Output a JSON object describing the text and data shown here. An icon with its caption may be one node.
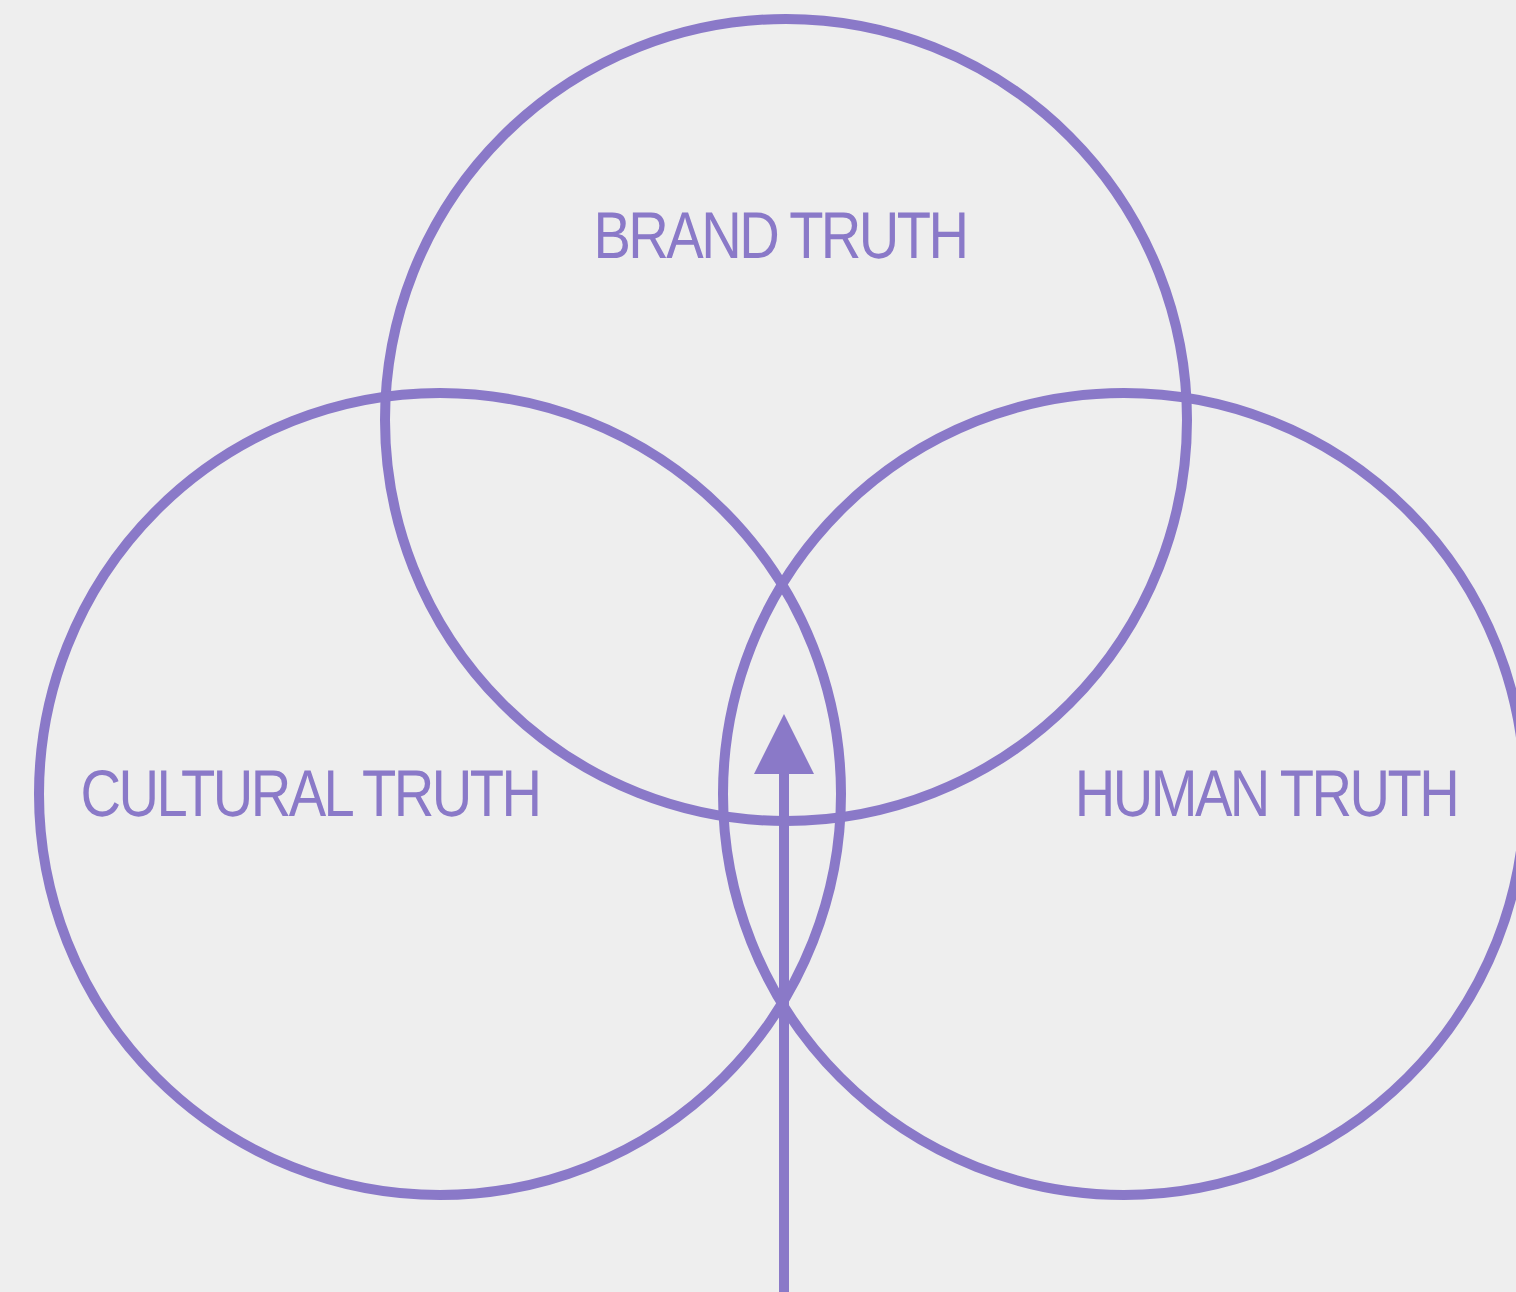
{
  "diagram": {
    "nodes": [
      {
        "text": [
          "BRAND TRUTH"
        ]
      },
      {
        "text": [
          "CULTURAL TRUTH"
        ]
      },
      {
        "text": [
          "HUMAN TRUTH"
        ]
      }
    ]
  }
}
